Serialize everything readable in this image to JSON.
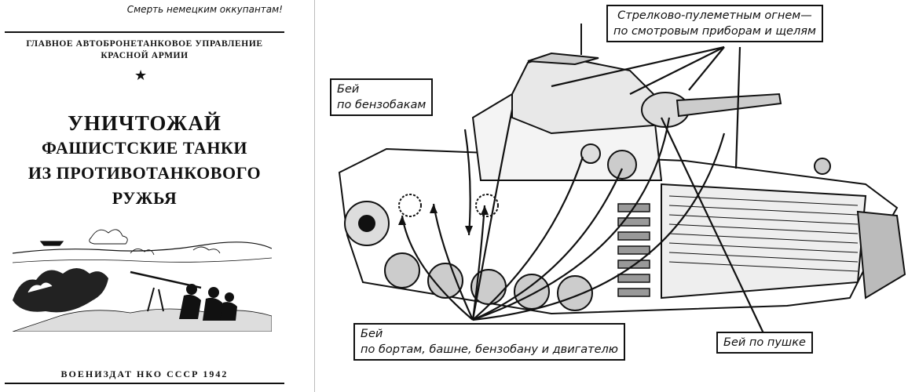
{
  "cover": {
    "slogan": "Смерть немецким оккупантам!",
    "publisher_line1": "ГЛАВНОЕ АВТОБРОНЕТАНКОВОЕ УПРАВЛЕНИЕ",
    "publisher_line2": "КРАСНОЙ АРМИИ",
    "star": "★",
    "title_line1": "УНИЧТОЖАЙ",
    "title_line2": "ФАШИСТСКИЕ ТАНКИ",
    "title_line3": "ИЗ ПРОТИВОТАНКОВОГО",
    "title_line4": "РУЖЬЯ",
    "imprint": "ВОЕНИЗДАТ НКО СССР 1942"
  },
  "diagram": {
    "label_top_line1": "Стрелково-пулеметным огнем—",
    "label_top_line2": "по смотровым приборам и щелям",
    "label_fuel_line1": "Бей",
    "label_fuel_line2": "по бензобакам",
    "label_gun": "Бей по пушке",
    "label_bottom_line1": "Бей",
    "label_bottom_line2": "по бортам, башне, бензобану и двигателю"
  },
  "colors": {
    "ink": "#111111",
    "paper": "#ffffff"
  }
}
